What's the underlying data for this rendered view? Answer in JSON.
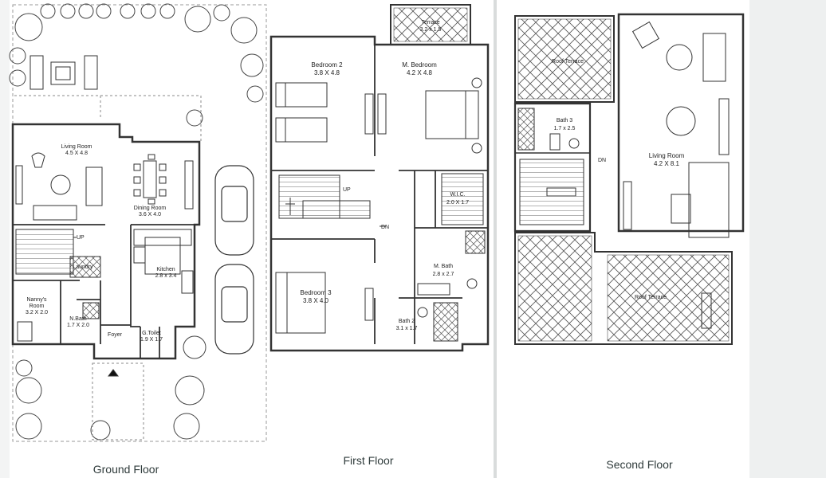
{
  "floors": {
    "ground": {
      "title": "Ground Floor",
      "rooms": {
        "living": {
          "name": "Living Room",
          "size": "4.5 X 4.8"
        },
        "dining": {
          "name": "Dining Room",
          "size": "3.6 X 4.0"
        },
        "kitchen": {
          "name": "Kitchen",
          "size": "2.8 x 3.4"
        },
        "nanny": {
          "name1": "Nanny's",
          "name2": "Room",
          "size": "3.2 X 2.0"
        },
        "nbath": {
          "name": "N.Bath",
          "size": "1.7 X 2.0"
        },
        "foyer": {
          "name": "Foyer"
        },
        "gtoilet": {
          "name": "G.Toilet",
          "size": "1.9 X 1.7"
        },
        "laundry": {
          "name": "Laundry"
        }
      },
      "up_label": "UP"
    },
    "first": {
      "title": "First Floor",
      "rooms": {
        "terrace": {
          "name": "Terrace",
          "size": "3.2 x 1.5"
        },
        "bed2": {
          "name": "Bedroom 2",
          "size": "3.8 X 4.8"
        },
        "mbed": {
          "name": "M. Bedroom",
          "size": "4.2 X 4.8"
        },
        "wic": {
          "name": "W.I.C.",
          "size": "2.0 X 1.7"
        },
        "mbath": {
          "name": "M. Bath",
          "size": "2.8 x 2.7"
        },
        "bed3": {
          "name": "Bedroom 3",
          "size": "3.8 X 4.0"
        },
        "bath2": {
          "name": "Bath 2",
          "size": "3.1 x 1.7"
        }
      },
      "up_label": "UP",
      "dn_label": "DN"
    },
    "second": {
      "title": "Second Floor",
      "rooms": {
        "roof1": {
          "name": "Roof Terrace"
        },
        "bath3": {
          "name": "Bath 3",
          "size": "1.7 x 2.5"
        },
        "living": {
          "name": "Living Room",
          "size": "4.2 X 8.1"
        },
        "roof2": {
          "name": "Roof Terrace"
        }
      },
      "dn_label": "DN"
    }
  },
  "colors": {
    "line": "#333333",
    "panel_divider": "#d9dcdc",
    "title_text": "#2f3b3b",
    "side_background": "#eef0f0"
  }
}
